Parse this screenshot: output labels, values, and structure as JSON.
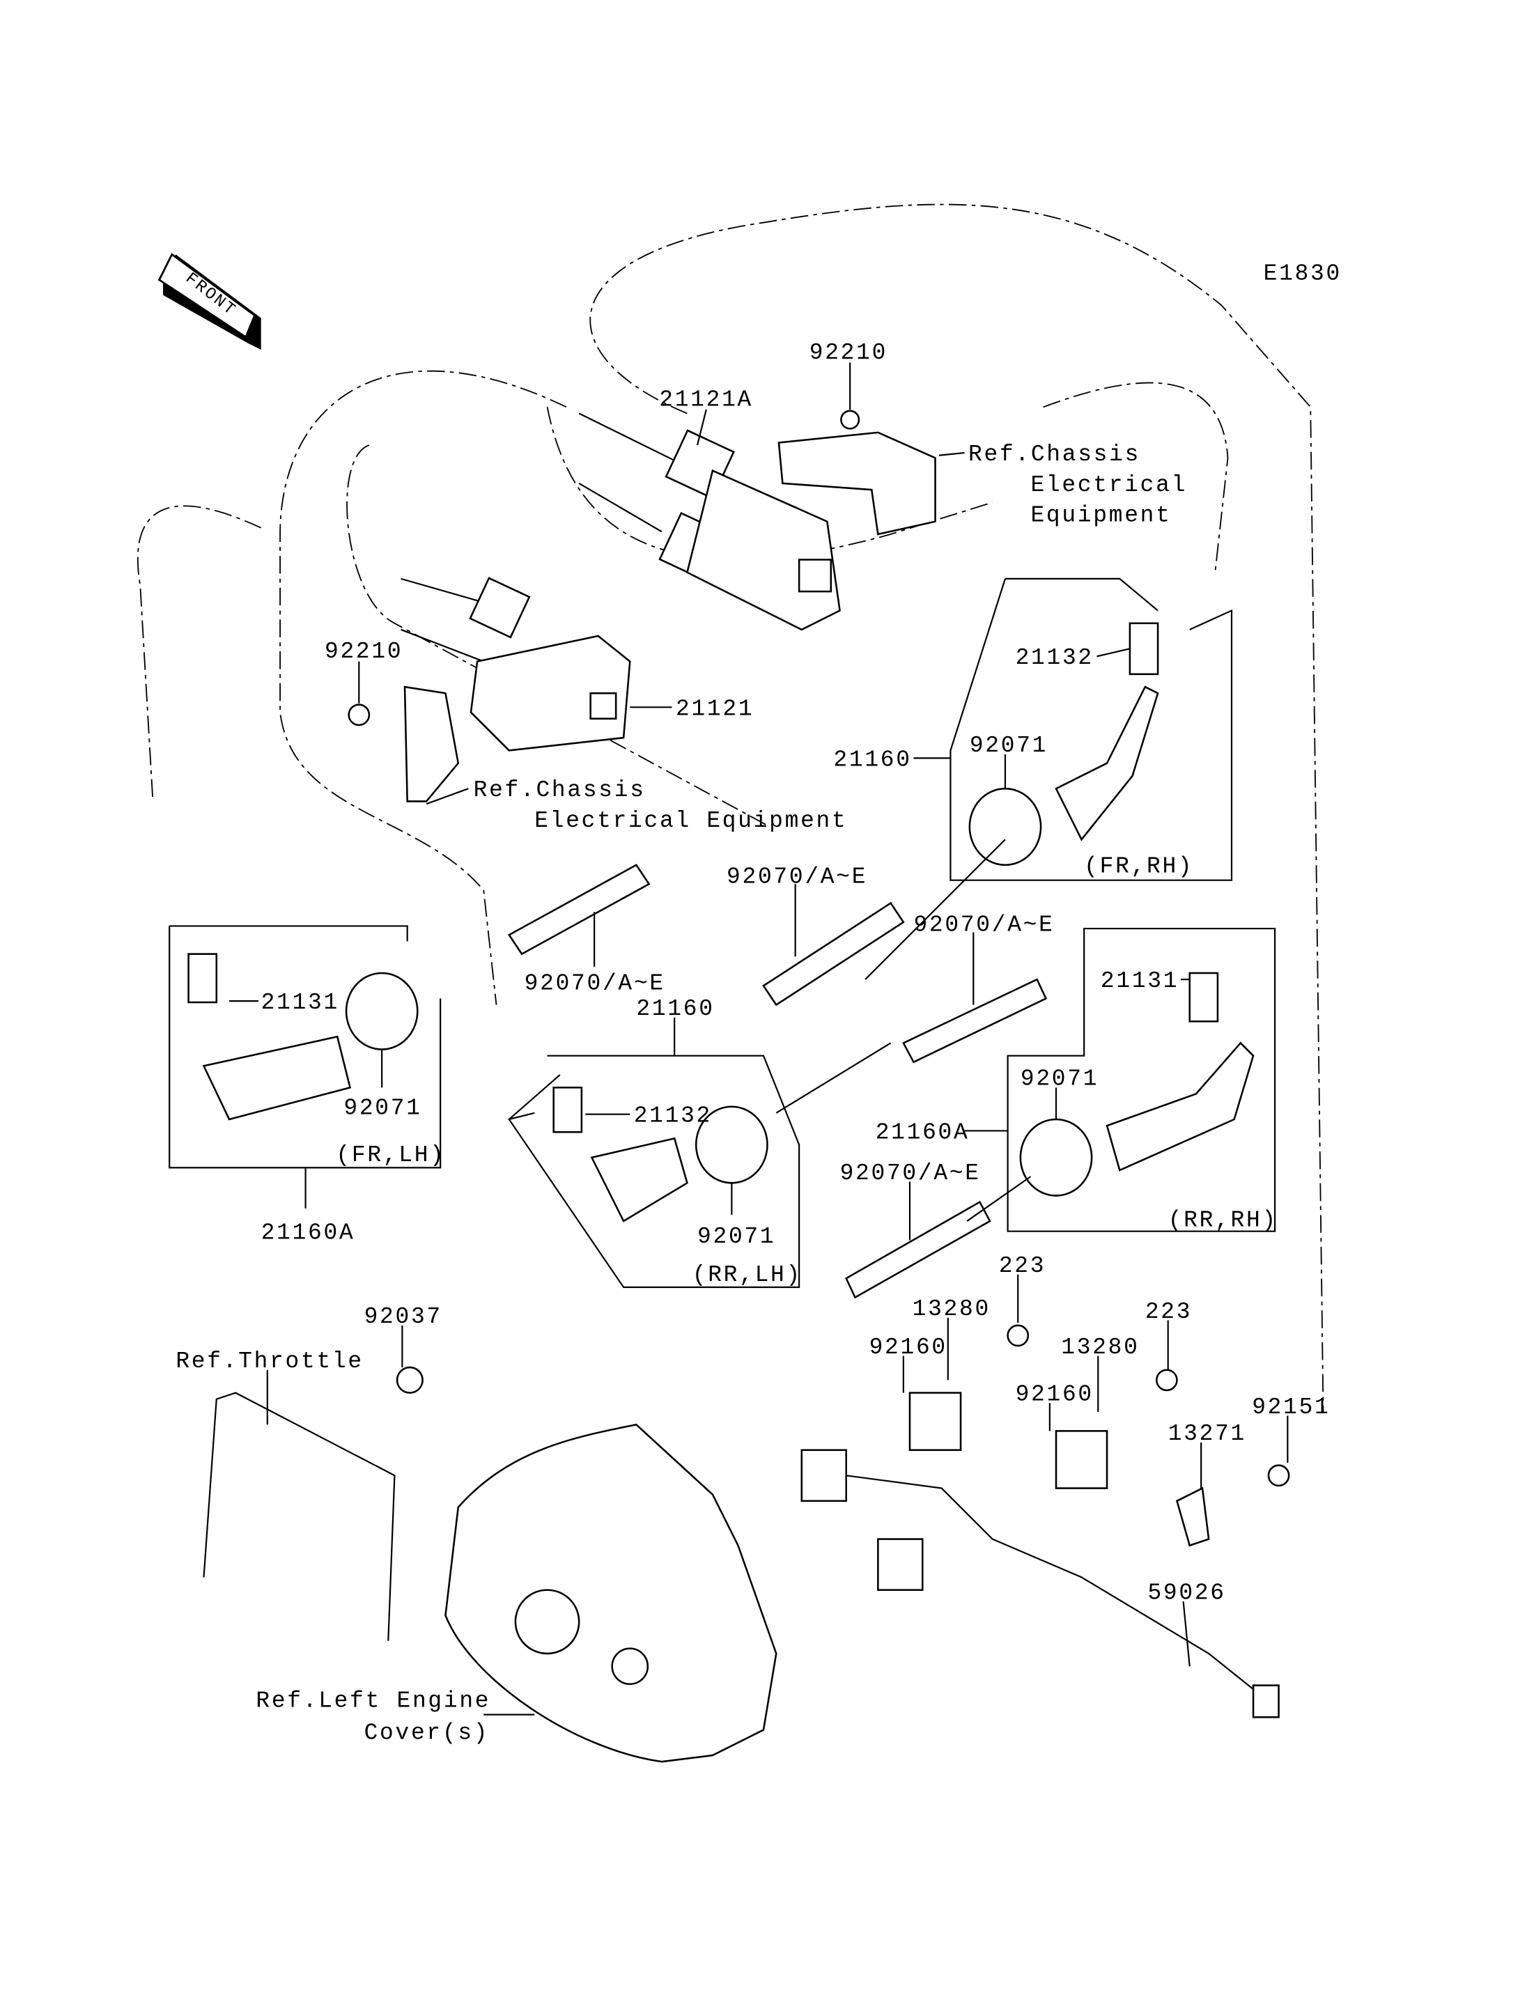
{
  "diagram_code": "E1830",
  "front_arrow": "FRONT",
  "labels": {
    "l92210a": "92210",
    "l21121a": "21121A",
    "ref_chassis_1": [
      "Ref.Chassis",
      "Electrical",
      "Equipment"
    ],
    "l92210b": "92210",
    "l21121": "21121",
    "ref_chassis_2": [
      "Ref.Chassis",
      "Electrical Equipment"
    ],
    "l21132a": "21132",
    "l21160a": "21160",
    "l92071a": "92071",
    "fr_rh": "(FR,RH)",
    "l92070a": "92070/A~E",
    "l92070b": "92070/A~E",
    "l21131a": "21131",
    "l92070c": "92070/A~E",
    "l21160b": "21160",
    "l21131b": "21131",
    "l92071b": "92071",
    "l21160Aa": "21160A",
    "l92071c": "92071",
    "l21132b": "21132",
    "fr_lh": "(FR,LH)",
    "l92070d": "92070/A~E",
    "rr_rh": "(RR,RH)",
    "l92071d": "92071",
    "l21160Ab": "21160A",
    "rr_lh": "(RR,LH)",
    "l223a": "223",
    "l13280a": "13280",
    "l223b": "223",
    "l92037": "92037",
    "l92160a": "92160",
    "l13280b": "13280",
    "ref_throttle": "Ref.Throttle",
    "l92160b": "92160",
    "l92151": "92151",
    "l13271": "13271",
    "l59026": "59026",
    "ref_engine_cover": [
      "Ref.Left Engine",
      "Cover(s)"
    ]
  }
}
